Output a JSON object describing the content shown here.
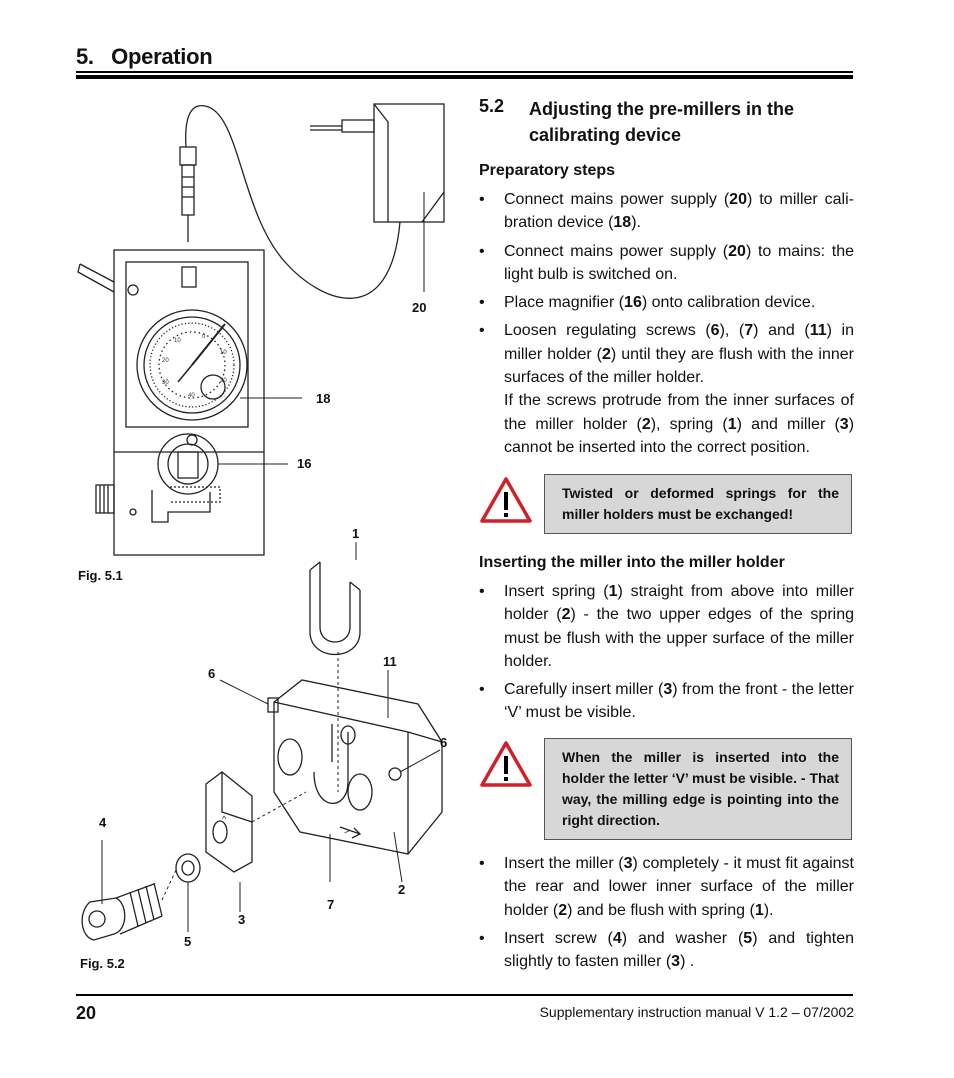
{
  "header": {
    "section_title": "5.   Operation"
  },
  "figures": {
    "fig1_caption": "Fig. 5.1",
    "fig2_caption": "Fig. 5.2",
    "fig1_callouts": [
      "20",
      "18",
      "16"
    ],
    "fig2_callouts": [
      "1",
      "11",
      "6",
      "6",
      "4",
      "2",
      "7",
      "3",
      "5"
    ]
  },
  "section": {
    "number": "5.2",
    "title": "Adjusting the pre-millers in the calibrating device"
  },
  "preparatory": {
    "heading": "Preparatory steps",
    "items": [
      {
        "pre": "Connect mains power supply (",
        "b1": "20",
        "mid": ") to miller cali-bration device (",
        "b2": "18",
        "post": ")."
      },
      {
        "pre": "Connect mains power supply (",
        "b1": "20",
        "mid": ") to mains: the light bulb is switched on.",
        "b2": "",
        "post": ""
      },
      {
        "pre": "Place magnifier (",
        "b1": "16",
        "mid": ") onto calibration device.",
        "b2": "",
        "post": ""
      }
    ],
    "loosen": {
      "t1": "Loosen regulating screws (",
      "b1": "6",
      "t2": "), (",
      "b2": "7",
      "t3": ") and (",
      "b3": "11",
      "t4": ") in miller holder (",
      "b4": "2",
      "t5": ") until they are flush with the inner surfaces of the miller holder.",
      "n1": "If the screws protrude from the inner surfaces of the miller holder (",
      "nb1": "2",
      "n2": "), spring (",
      "nb2": "1",
      "n3": ") and miller (",
      "nb3": "3",
      "n4": ") cannot be inserted into the correct position."
    }
  },
  "warning1": "Twisted or deformed springs for the miller holders must be exchanged!",
  "inserting": {
    "heading": "Inserting the miller into the miller holder",
    "item1": {
      "t1": "Insert spring (",
      "b1": "1",
      "t2": ") straight from above into miller holder (",
      "b2": "2",
      "t3": ") - the two upper edges of the spring must be flush with the upper surface of the miller holder."
    },
    "item2": {
      "t1": "Carefully insert miller (",
      "b1": "3",
      "t2": ") from the front - the letter ‘V’ must be visible."
    }
  },
  "warning2": "When the miller is inserted into the holder the letter ‘V’ must be visible. - That way, the milling edge is pointing into the right direction.",
  "final": {
    "item1": {
      "t1": "Insert the miller (",
      "b1": "3",
      "t2": ") completely - it must fit against the rear and lower inner surface of the miller holder (",
      "b2": "2",
      "t3": ") and be flush with spring (",
      "b3": "1",
      "t4": ")."
    },
    "item2": {
      "t1": "Insert screw (",
      "b1": "4",
      "t2": ") and washer (",
      "b2": "5",
      "t3": ") and tighten slightly to fasten miller (",
      "b3": "3",
      "t4": ") ."
    }
  },
  "bullet_glyph": "•",
  "footer": {
    "page_number": "20",
    "manual": "Supplementary instruction manual V 1.2 – 07/2002"
  }
}
